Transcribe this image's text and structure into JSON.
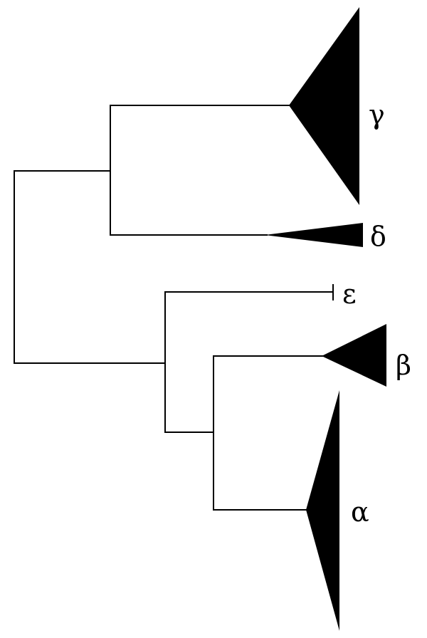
{
  "diagram": {
    "type": "phylogenetic-tree",
    "line_color": "#000000",
    "clade_fill": "#000000",
    "background": "#ffffff"
  },
  "clades": [
    {
      "id": "gamma",
      "label": "γ"
    },
    {
      "id": "delta",
      "label": "δ"
    },
    {
      "id": "epsilon",
      "label": "ε"
    },
    {
      "id": "beta",
      "label": "β"
    },
    {
      "id": "alpha",
      "label": "α"
    }
  ]
}
